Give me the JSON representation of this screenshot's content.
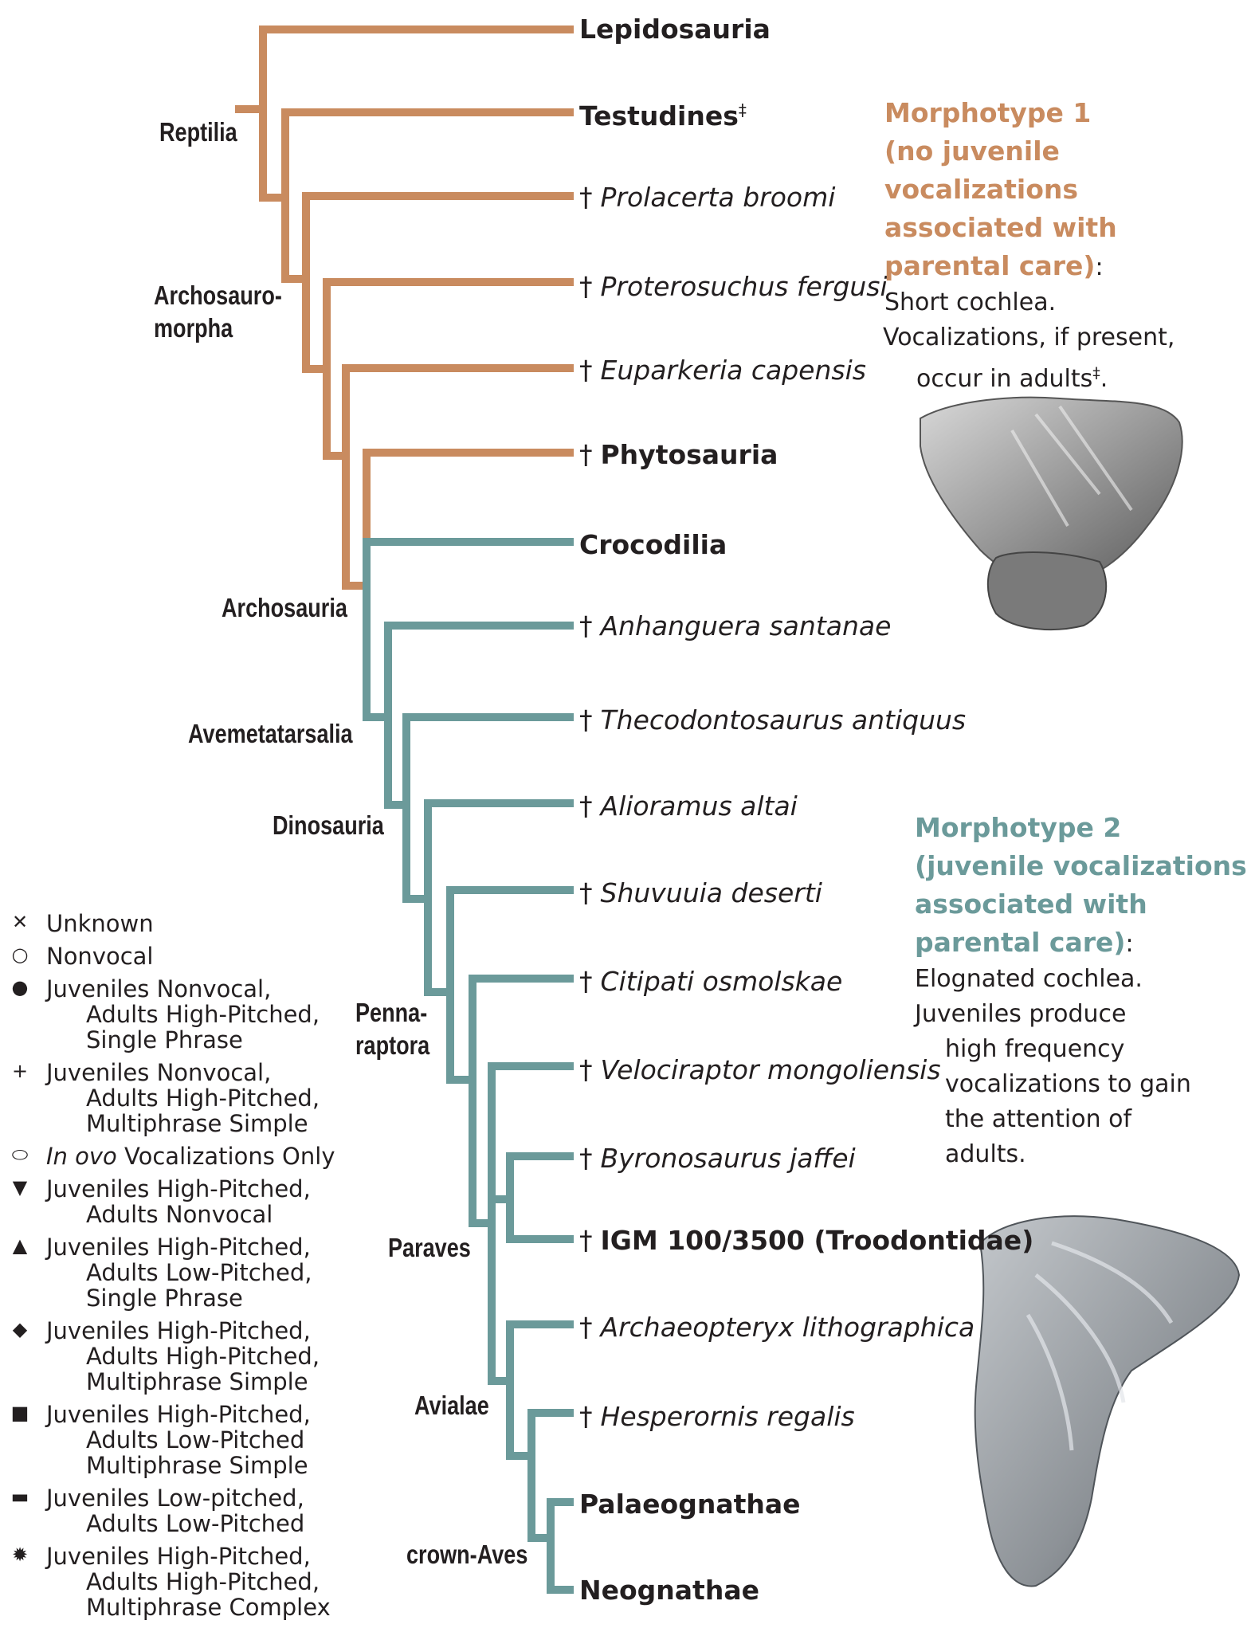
{
  "colors": {
    "morphotype1": "#c98b5f",
    "morphotype2": "#6b9a9a",
    "text": "#231f20"
  },
  "taxa": [
    {
      "dagger": "",
      "name": "Lepidosauria",
      "style": "bold",
      "sup": ""
    },
    {
      "dagger": "",
      "name": "Testudines",
      "style": "bold",
      "sup": "‡"
    },
    {
      "dagger": "†",
      "name": "Prolacerta broomi",
      "style": "italic",
      "sup": ""
    },
    {
      "dagger": "†",
      "name": "Proterosuchus fergusi",
      "style": "italic",
      "sup": ""
    },
    {
      "dagger": "†",
      "name": "Euparkeria capensis",
      "style": "italic",
      "sup": ""
    },
    {
      "dagger": "†",
      "name": "Phytosauria",
      "style": "bold",
      "sup": ""
    },
    {
      "dagger": "",
      "name": "Crocodilia",
      "style": "bold",
      "sup": ""
    },
    {
      "dagger": "†",
      "name": "Anhanguera santanae",
      "style": "italic",
      "sup": ""
    },
    {
      "dagger": "†",
      "name": "Thecodontosaurus antiquus",
      "style": "italic",
      "sup": ""
    },
    {
      "dagger": "†",
      "name": "Alioramus altai",
      "style": "italic",
      "sup": ""
    },
    {
      "dagger": "†",
      "name": "Shuvuuia deserti",
      "style": "italic",
      "sup": ""
    },
    {
      "dagger": "†",
      "name": "Citipati osmolskae",
      "style": "italic",
      "sup": ""
    },
    {
      "dagger": "†",
      "name": "Velociraptor mongoliensis",
      "style": "italic",
      "sup": ""
    },
    {
      "dagger": "†",
      "name": "Byronosaurus jaffei",
      "style": "italic",
      "sup": ""
    },
    {
      "dagger": "†",
      "name": "IGM 100/3500 (Troodontidae)",
      "style": "bold",
      "sup": ""
    },
    {
      "dagger": "†",
      "name": "Archaeopteryx lithographica",
      "style": "italic",
      "sup": ""
    },
    {
      "dagger": "†",
      "name": "Hesperornis regalis",
      "style": "italic",
      "sup": ""
    },
    {
      "dagger": "",
      "name": "Palaeognathae",
      "style": "bold",
      "sup": ""
    },
    {
      "dagger": "",
      "name": "Neognathae",
      "style": "bold",
      "sup": ""
    }
  ],
  "clades": {
    "reptilia": "Reptilia",
    "archosauromorpha_1": "Archosauro-",
    "archosauromorpha_2": "morpha",
    "archosauria": "Archosauria",
    "avemetatarsalia": "Avemetatarsalia",
    "dinosauria": "Dinosauria",
    "pennaraptora_1": "Penna-",
    "pennaraptora_2": "raptora",
    "paraves": "Paraves",
    "avialae": "Avialae",
    "crown_aves": "crown-Aves"
  },
  "morphotype1": {
    "title_lines": [
      "Morphotype 1",
      "(no juvenile vocalizations",
      "associated with",
      "parental care)"
    ],
    "colon": ":",
    "desc_lines": [
      "Short cochlea.",
      "Vocalizations, if present,",
      "occur in adults"
    ],
    "desc_sup": "‡",
    "desc_end": "."
  },
  "morphotype2": {
    "title_lines": [
      "Morphotype 2",
      "(juvenile vocalizations",
      "associated with",
      "parental care)"
    ],
    "colon": ":",
    "desc_lines": [
      "Elognated cochlea.",
      "Juveniles produce",
      "high frequency",
      "vocalizations to gain",
      "the attention of",
      "adults."
    ]
  },
  "legend": [
    {
      "icon": "cross-icon",
      "symbol": "✕",
      "lines": [
        "Unknown"
      ]
    },
    {
      "icon": "open-circle-icon",
      "symbol": "○",
      "lines": [
        "Nonvocal"
      ]
    },
    {
      "icon": "filled-circle-icon",
      "symbol": "●",
      "lines": [
        "Juveniles Nonvocal,",
        "Adults High-Pitched,",
        "Single Phrase"
      ]
    },
    {
      "icon": "plus-icon",
      "symbol": "+",
      "lines": [
        "Juveniles Nonvocal,",
        "Adults High-Pitched,",
        "Multiphrase Simple"
      ]
    },
    {
      "icon": "open-oval-icon",
      "symbol": "⬭",
      "italic_prefix": "In ovo",
      "lines": [
        " Vocalizations Only"
      ]
    },
    {
      "icon": "down-triangle-icon",
      "symbol": "▼",
      "lines": [
        "Juveniles High-Pitched,",
        "Adults Nonvocal"
      ]
    },
    {
      "icon": "up-triangle-icon",
      "symbol": "▲",
      "lines": [
        "Juveniles High-Pitched,",
        "Adults Low-Pitched,",
        "Single Phrase"
      ]
    },
    {
      "icon": "diamond-icon",
      "symbol": "◆",
      "lines": [
        "Juveniles High-Pitched,",
        "Adults High-Pitched,",
        "Multiphrase Simple"
      ]
    },
    {
      "icon": "square-icon",
      "symbol": "■",
      "lines": [
        "Juveniles High-Pitched,",
        "Adults Low-Pitched",
        "Multiphrase Simple"
      ]
    },
    {
      "icon": "dash-icon",
      "symbol": "▬",
      "lines": [
        "Juveniles Low-pitched,",
        "Adults Low-Pitched"
      ]
    },
    {
      "icon": "starburst-icon",
      "symbol": "✹",
      "lines": [
        "Juveniles High-Pitched,",
        "Adults High-Pitched,",
        "Multiphrase Complex"
      ]
    }
  ]
}
